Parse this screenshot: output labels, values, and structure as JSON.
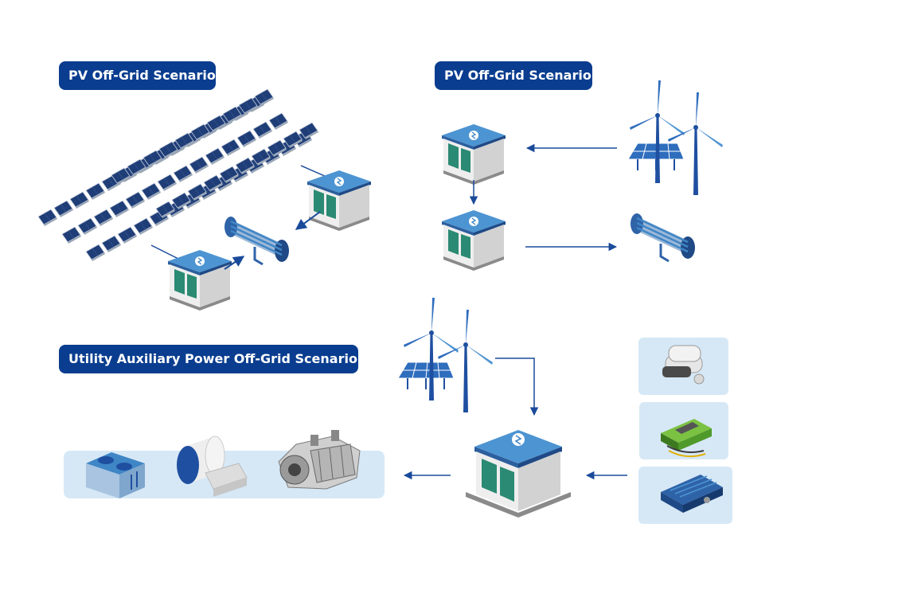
{
  "scenarios": {
    "pv_offgrid_1": "PV Off-Grid Scenario",
    "pv_offgrid_2": "PV Off-Grid Scenario",
    "utility_aux": "Utility Auxiliary Power Off-Grid Scenario"
  },
  "colors": {
    "badge_bg": "#0a3d8f",
    "badge_text": "#ffffff",
    "arrow": "#1a4a9a",
    "panel_bg": "#d6e8f6",
    "panel_blue": "#1f4fa0",
    "roof_blue": "#3f86c6",
    "container_green": "#2b8a73"
  },
  "icons": [
    "solar-field-icon",
    "power-container-icon",
    "electrolyzer-icon",
    "wind-solar-icon",
    "cooling-tower-icon",
    "hydrogen-tank-icon",
    "gas-turbine-icon",
    "battery-pack-icon",
    "inverter-icon",
    "converter-icon"
  ]
}
